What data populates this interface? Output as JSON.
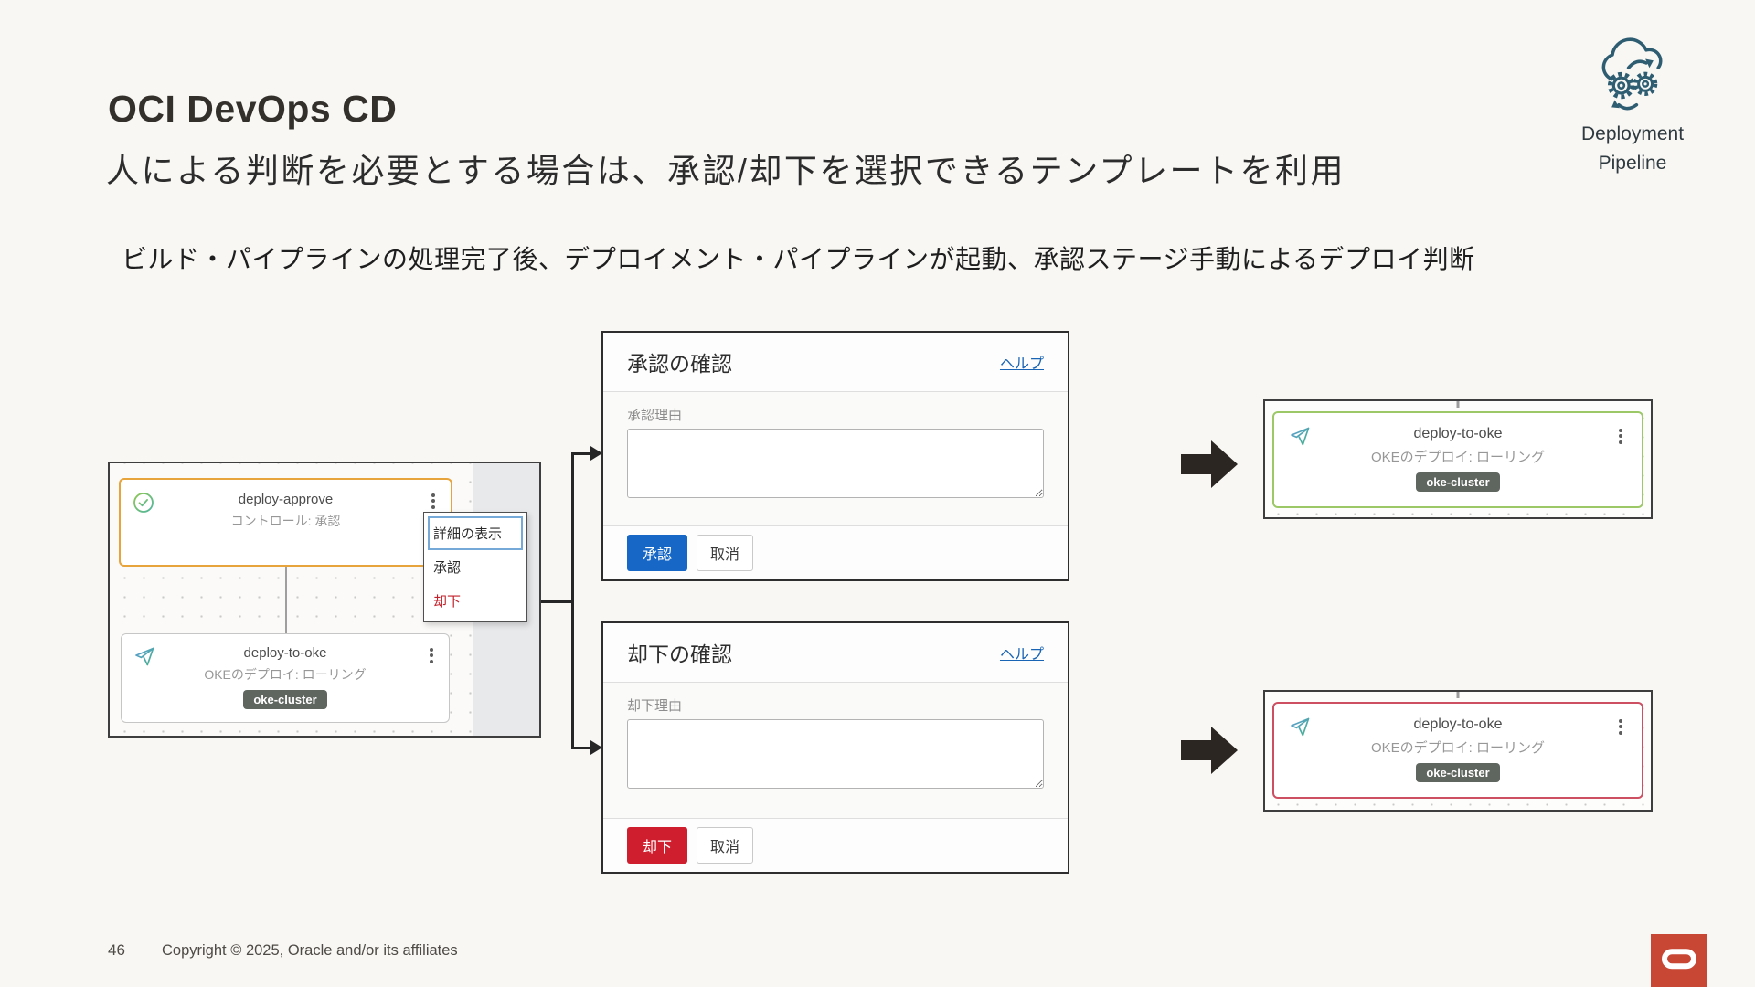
{
  "slide": {
    "title": "OCI DevOps CD",
    "subtitle": "人による判断を必要とする場合は、承認/却下を選択できるテンプレートを利用",
    "description": "ビルド・パイプラインの処理完了後、デプロイメント・パイプラインが起動、承認ステージ手動によるデプロイ判断",
    "page_number": "46",
    "copyright": "Copyright © 2025, Oracle and/or its affiliates"
  },
  "corner_badge": {
    "line1": "Deployment",
    "line2": "Pipeline",
    "icon_color": "#2e5d72"
  },
  "pipeline_canvas": {
    "approve_stage": {
      "name": "deploy-approve",
      "type": "コントロール: 承認",
      "border_color": "#e7a33c"
    },
    "context_menu": {
      "items": [
        {
          "label": "詳細の表示",
          "selected": true
        },
        {
          "label": "承認"
        },
        {
          "label": "却下",
          "color": "#c3222c"
        }
      ]
    },
    "deploy_stage": {
      "name": "deploy-to-oke",
      "type": "OKEのデプロイ: ローリング",
      "tag": "oke-cluster",
      "tag_color": "#5f655f"
    }
  },
  "approve_dialog": {
    "title": "承認の確認",
    "help_link": "ヘルプ",
    "field_label": "承認理由",
    "field_value": "",
    "primary_button": "承認",
    "cancel_button": "取消",
    "primary_color": "#1768c6"
  },
  "reject_dialog": {
    "title": "却下の確認",
    "help_link": "ヘルプ",
    "field_label": "却下理由",
    "field_value": "",
    "primary_button": "却下",
    "cancel_button": "取消",
    "primary_color": "#cf1f2e"
  },
  "approved_result": {
    "name": "deploy-to-oke",
    "type": "OKEのデプロイ: ローリング",
    "tag": "oke-cluster",
    "border_color": "#9cc868"
  },
  "rejected_result": {
    "name": "deploy-to-oke",
    "type": "OKEのデプロイ: ローリング",
    "tag": "oke-cluster",
    "border_color": "#cd4f62"
  },
  "oracle_logo_color": "#c74634"
}
